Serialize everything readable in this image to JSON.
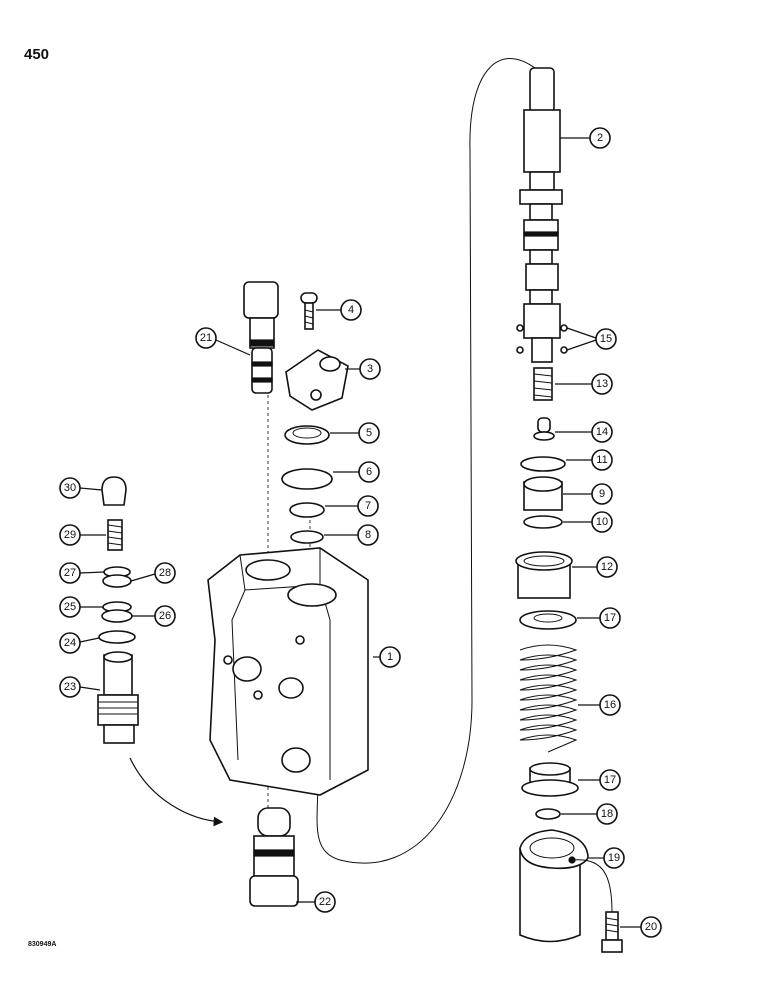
{
  "page_number": "450",
  "figure_code": "830949A",
  "callouts": [
    "1",
    "2",
    "3",
    "4",
    "5",
    "6",
    "7",
    "8",
    "9",
    "10",
    "11",
    "12",
    "13",
    "14",
    "15",
    "16",
    "17",
    "17",
    "18",
    "19",
    "20",
    "21",
    "22",
    "23",
    "24",
    "25",
    "26",
    "27",
    "28",
    "29",
    "30"
  ]
}
